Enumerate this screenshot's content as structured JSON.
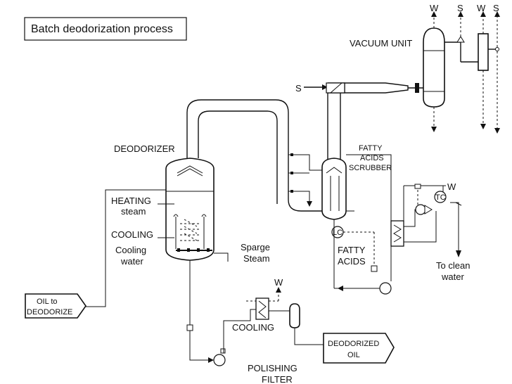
{
  "title": "Batch deodorization process",
  "labels": {
    "vacuum_unit": "VACUUM UNIT",
    "w1": "W",
    "s1": "S",
    "w2": "W",
    "s2": "S",
    "s_jet": "S",
    "deodorizer": "DEODORIZER",
    "fatty_acids_scrubber": [
      "FATTY",
      "ACIDS",
      "SCRUBBER"
    ],
    "heating": "HEATING",
    "steam": "steam",
    "cooling": "COOLING",
    "cooling_water": [
      "Cooling",
      "water"
    ],
    "sparge_steam": [
      "Sparge",
      "Steam"
    ],
    "fatty_acids": [
      "FATTY",
      "ACIDS"
    ],
    "w_cooler": "W",
    "to_clean_water": [
      "To clean",
      "water"
    ],
    "oil_to_deodorize": [
      "OIL to",
      "DEODORIZE"
    ],
    "w_filter": "W",
    "cooling_filter": "COOLING",
    "deodorized_oil": [
      "DEODORIZED",
      "OIL"
    ],
    "polishing_filter": [
      "POLISHING",
      "FILTER"
    ],
    "lc": "LC",
    "tc": "TC"
  }
}
